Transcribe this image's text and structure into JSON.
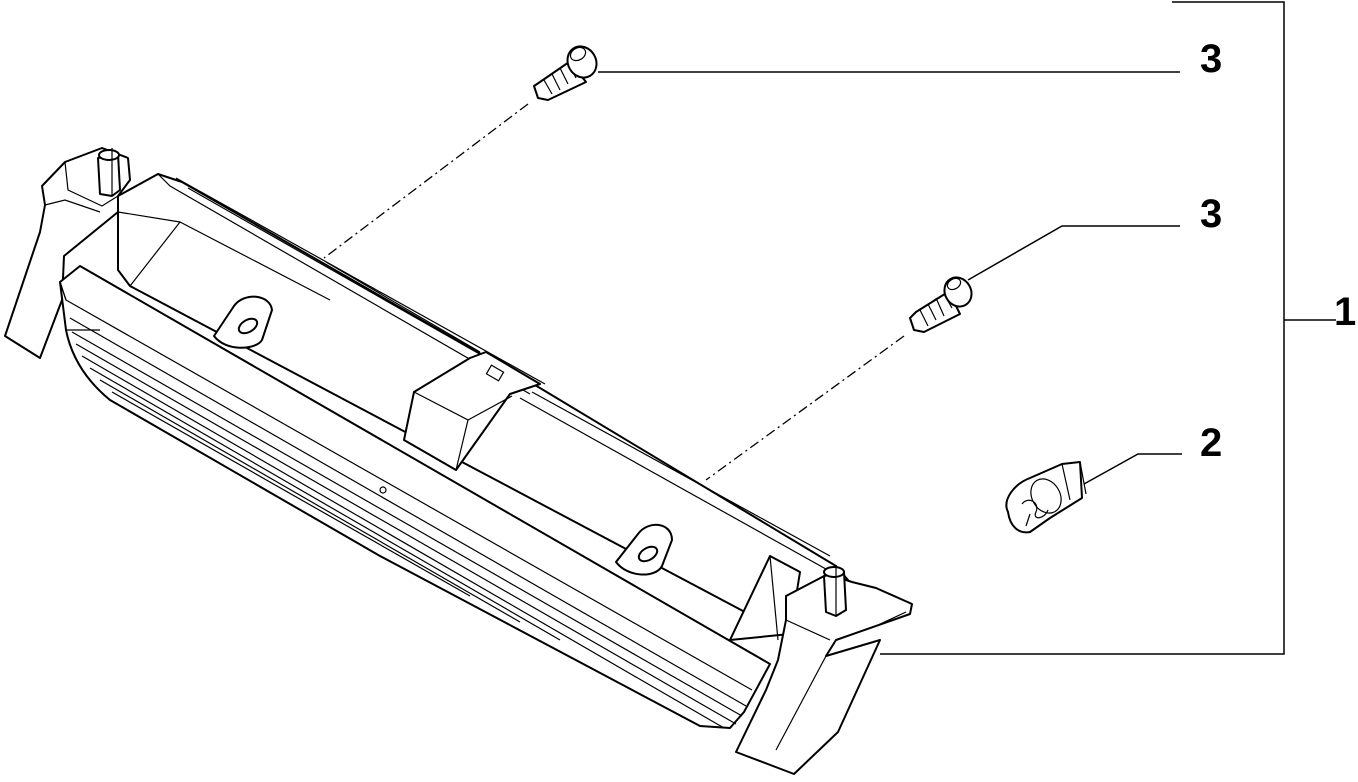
{
  "diagram": {
    "callouts": [
      {
        "id": "screw-upper",
        "label": "3"
      },
      {
        "id": "screw-lower",
        "label": "3"
      },
      {
        "id": "assembly",
        "label": "1"
      },
      {
        "id": "bulb",
        "label": "2"
      }
    ],
    "colors": {
      "ink": "#000000",
      "background": "#ffffff"
    }
  }
}
